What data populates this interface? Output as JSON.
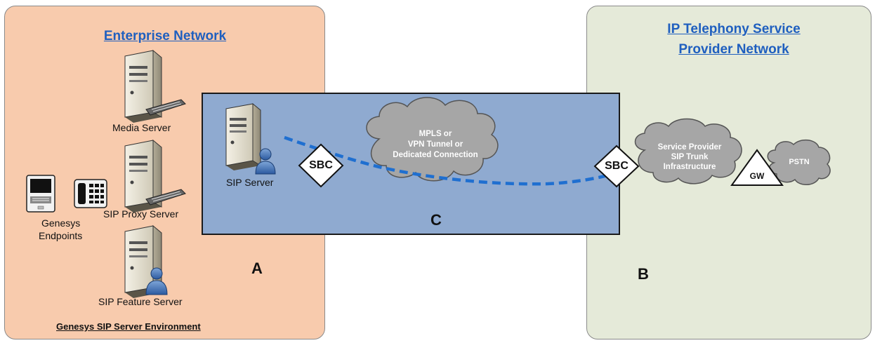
{
  "enterprise": {
    "title_line1": "Enterprise Network",
    "footer": "Genesys SIP Server Environment",
    "zone_label": "A",
    "media_server": "Media Server",
    "proxy_server": "SIP Proxy Server",
    "feature_server": "SIP Feature Server",
    "endpoints_line1": "Genesys",
    "endpoints_line2": "Endpoints"
  },
  "center": {
    "sip_server": "SIP Server",
    "sbc_left": "SBC",
    "cloud_line1": "MPLS or",
    "cloud_line2": "VPN Tunnel or",
    "cloud_line3": "Dedicated Connection",
    "zone_label": "C"
  },
  "provider": {
    "title_line1": "IP Telephony Service",
    "title_line2": "Provider Network",
    "zone_label": "B",
    "sbc_right": "SBC",
    "cloud_line1": "Service Provider",
    "cloud_line2": "SIP Trunk",
    "cloud_line3": "Infrastructure",
    "gateway": "GW",
    "pstn": "PSTN"
  },
  "colors": {
    "enterprise_fill": "#f8cbad",
    "provider_fill": "#e5ead9",
    "center_fill": "#8faad0",
    "title_blue": "#1f5fbf",
    "link_dash": "#1f6fd0",
    "cloud_gray": "#a6a6a6"
  }
}
